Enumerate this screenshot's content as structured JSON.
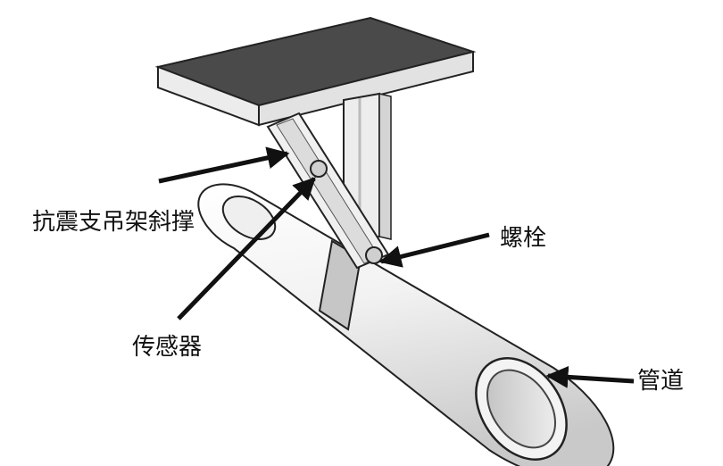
{
  "labels": {
    "brace": "抗震支吊架斜撑",
    "bolt": "螺栓",
    "sensor": "传感器",
    "pipe": "管道"
  },
  "colors": {
    "plate_top": "#4a4a4a",
    "structure": "#e8e8e8",
    "outline": "#222222",
    "arrow": "#111111"
  }
}
